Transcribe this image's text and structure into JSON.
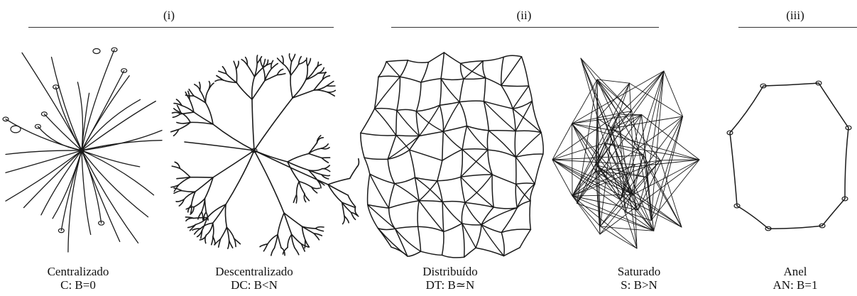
{
  "groups": [
    {
      "label": "(i)"
    },
    {
      "label": "(ii)"
    },
    {
      "label": "(iii)"
    }
  ],
  "networks": [
    {
      "name": "Centralizado",
      "formula": "C: B=0"
    },
    {
      "name": "Descentralizado",
      "formula": "DC: B<N"
    },
    {
      "name": "Distribuído",
      "formula": "DT: B≃N"
    },
    {
      "name": "Saturado",
      "formula": "S: B>N"
    },
    {
      "name": "Anel",
      "formula": "AN: B=1"
    }
  ]
}
